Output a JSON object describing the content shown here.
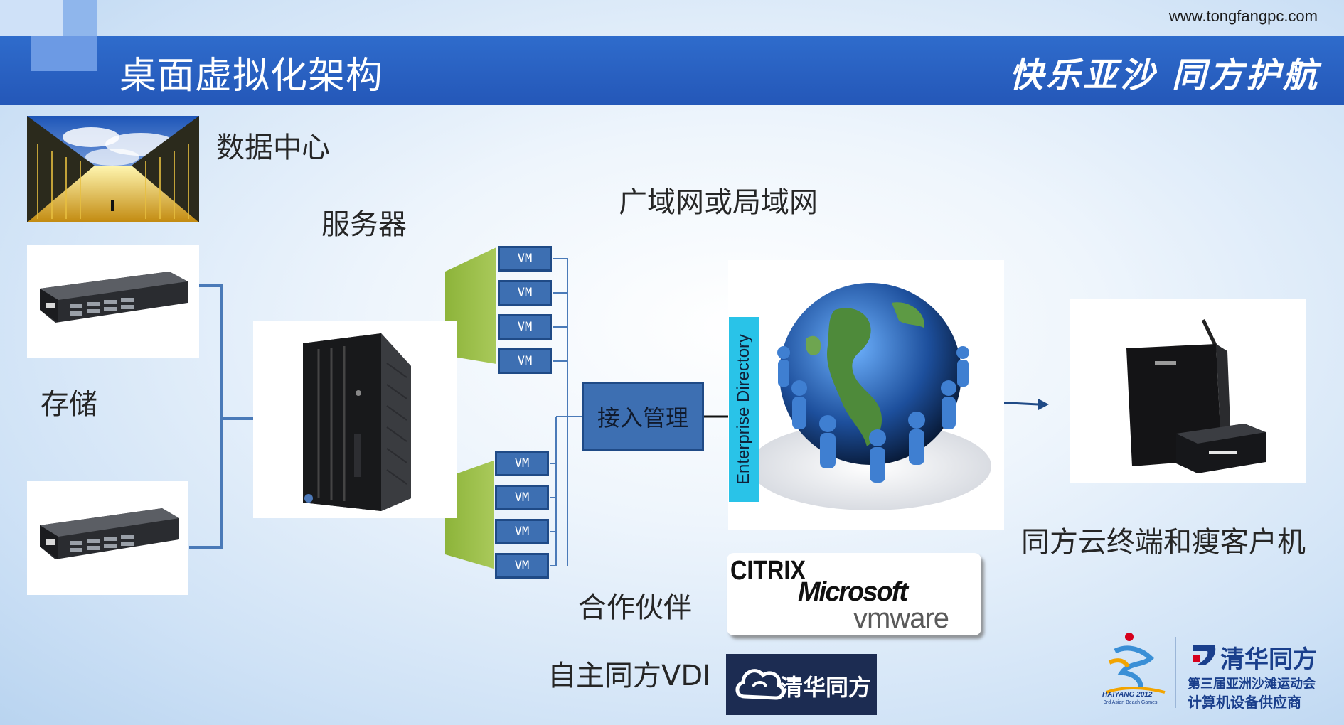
{
  "header": {
    "url": "www.tongfangpc.com",
    "title": "桌面虚拟化架构",
    "slogan": "快乐亚沙 同方护航"
  },
  "labels": {
    "datacenter": "数据中心",
    "server": "服务器",
    "storage": "存储",
    "network": "广域网或局域网",
    "access_mgmt": "接入管理",
    "enterprise_directory": "Enterprise Directory",
    "thin_client": "同方云终端和瘦客户机",
    "partners": "合作伙伴",
    "own_vdi": "自主同方VDI"
  },
  "vm_groups": [
    {
      "vms": [
        "VM",
        "VM",
        "VM",
        "VM"
      ]
    },
    {
      "vms": [
        "VM",
        "VM",
        "VM",
        "VM"
      ]
    }
  ],
  "partner_logos": [
    "CITRIX",
    "Microsoft",
    "vmware"
  ],
  "vdi_logo_text": "清华同方",
  "footer": {
    "brand": "清华同方",
    "line1": "第三届亚洲沙滩运动会",
    "line2": "计算机设备供应商",
    "games_logo_text": "HAIYANG 2012",
    "games_logo_sub": "3rd Asian Beach Games"
  },
  "colors": {
    "banner": "#2a63c4",
    "vm_box": "#3d6fb2",
    "connector": "#4a7ab8",
    "enterprise_bar": "#29c3e8",
    "vdi_bg": "#1c2c52",
    "brand_red": "#d6001c",
    "brand_blue": "#1a3f8c"
  }
}
